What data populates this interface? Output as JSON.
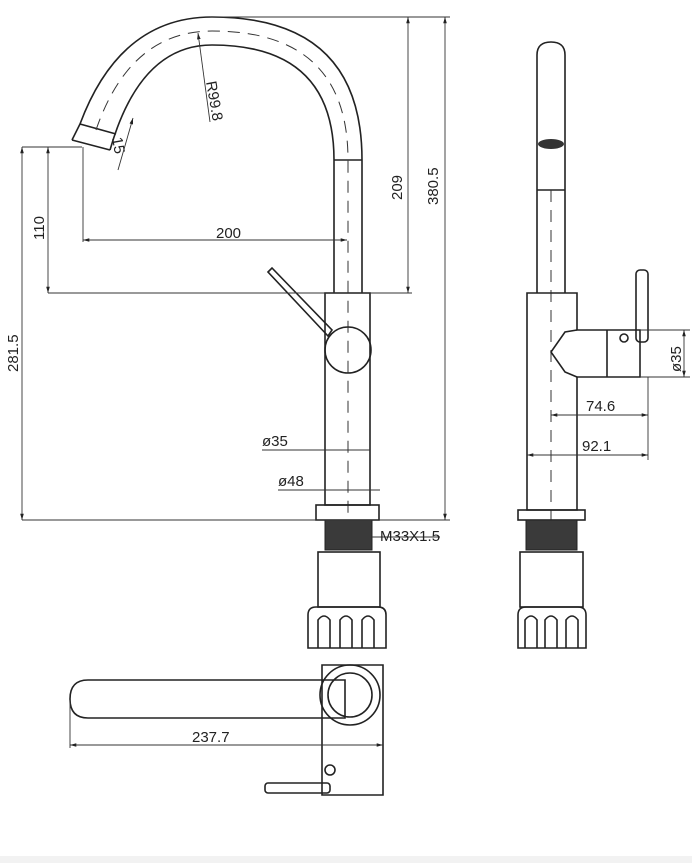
{
  "drawing": {
    "front_view": {
      "radius": "R99.8",
      "spout_tip": "15",
      "reach": "200",
      "spout_clearance": "110",
      "spout_height": "209",
      "total_height": "380.5",
      "outlet_height": "281.5",
      "body_diameter": "ø35",
      "base_diameter": "ø48",
      "thread": "M33X1.5"
    },
    "side_view": {
      "handle_diameter": "ø35",
      "handle_depth": "74.6",
      "handle_total": "92.1"
    },
    "top_view": {
      "spout_length": "237.7"
    }
  },
  "colors": {
    "line": "#222222",
    "thread": "#3a3a3a"
  }
}
